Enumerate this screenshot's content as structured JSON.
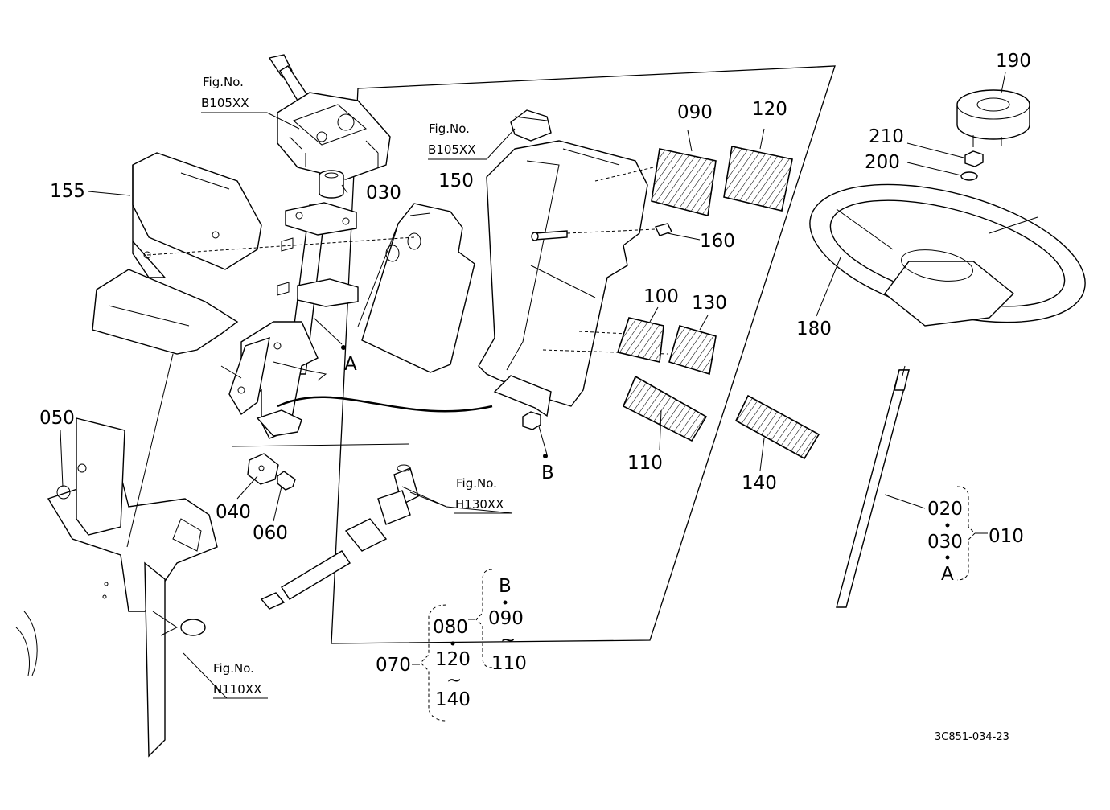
{
  "figure": {
    "code": "3C851-034-23",
    "callouts": {
      "c010": "010",
      "c020": "020",
      "c030a": "030",
      "c030b": "030",
      "c040": "040",
      "c050": "050",
      "c060": "060",
      "c070": "070",
      "c080": "080",
      "c090a": "090",
      "c090b": "090",
      "c100": "100",
      "c110a": "110",
      "c110b": "110",
      "c120a": "120",
      "c120b": "120",
      "c130": "130",
      "c140a": "140",
      "c140b": "140",
      "c150": "150",
      "c155": "155",
      "c160": "160",
      "c180": "180",
      "c190": "190",
      "c200": "200",
      "c210": "210"
    },
    "points": {
      "a1": "A",
      "a2": "A",
      "b1": "B",
      "b2": "B"
    },
    "tilde": "~",
    "refs": {
      "fig_label": "Fig.No.",
      "r1": "B105XX",
      "r2": "B105XX",
      "r3": "H130XX",
      "r4": "N110XX"
    }
  }
}
